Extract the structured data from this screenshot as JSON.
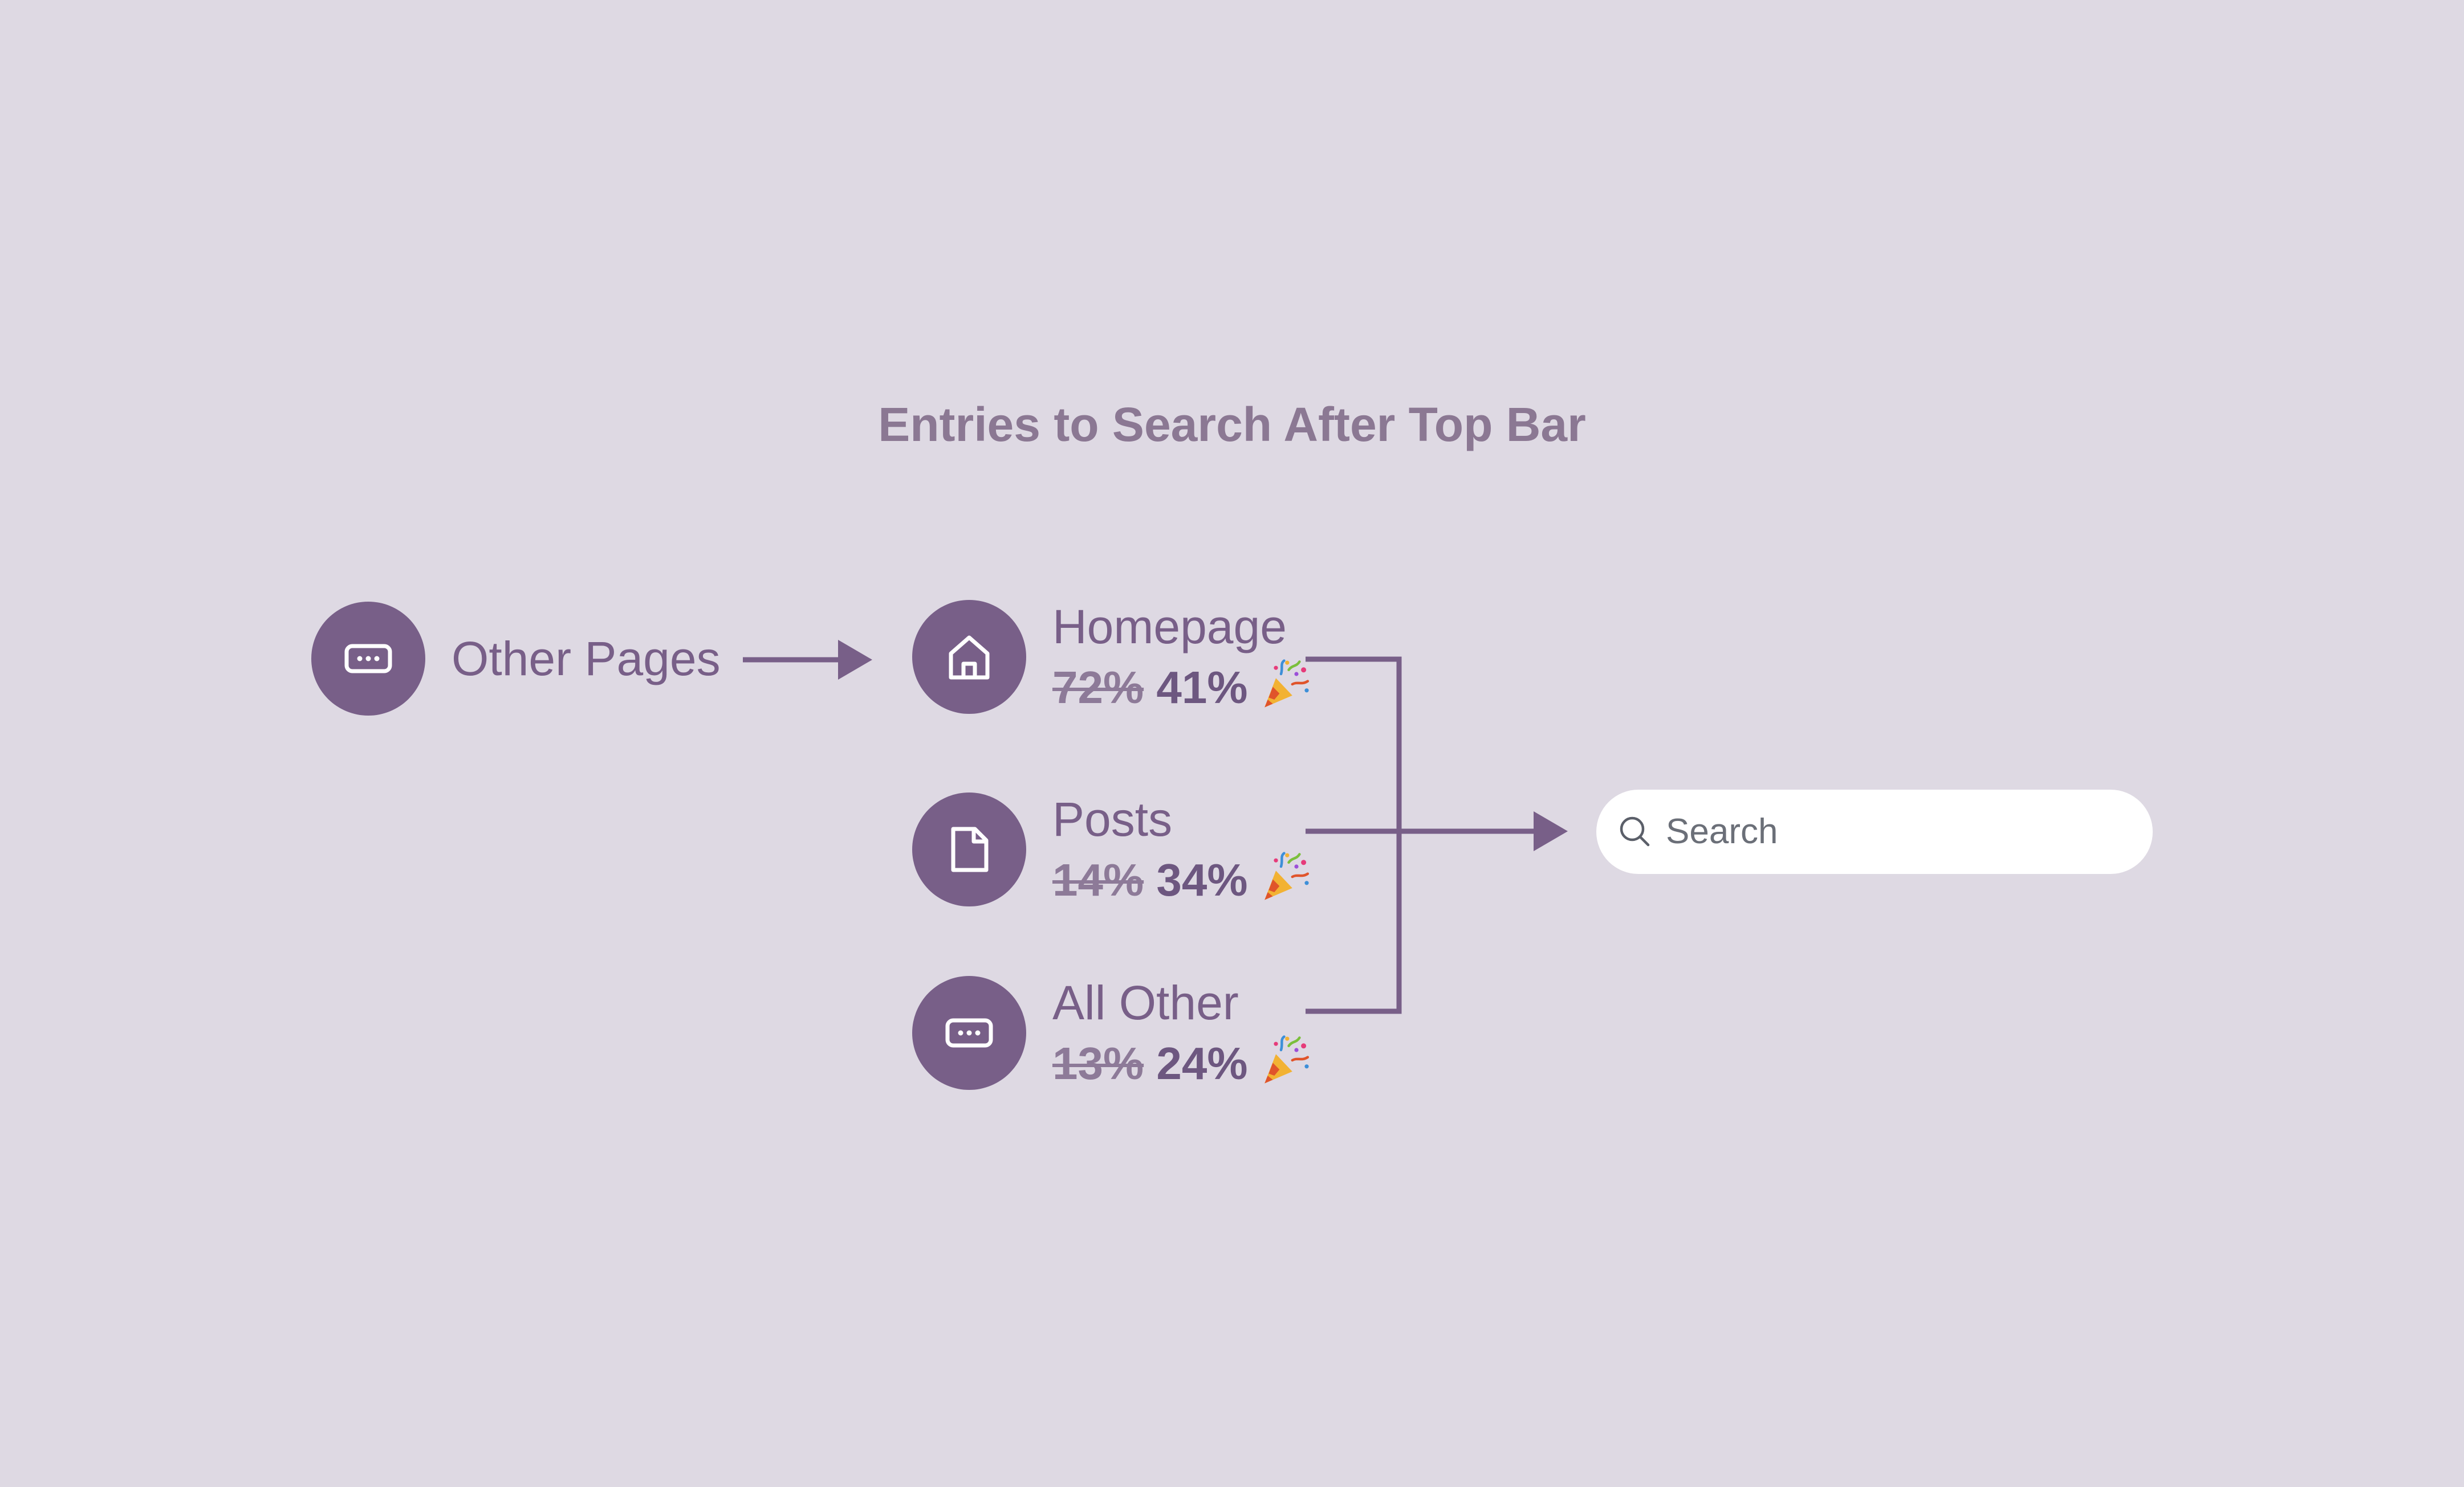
{
  "title": "Entries to Search After Top Bar",
  "source": {
    "label": "Other Pages",
    "icon": "more-horizontal-box-icon"
  },
  "entries": [
    {
      "label": "Homepage",
      "old_percent": "72%",
      "new_percent": "41%",
      "icon": "home-icon",
      "badge_icon": "party-popper-icon"
    },
    {
      "label": "Posts",
      "old_percent": "14%",
      "new_percent": "34%",
      "icon": "document-icon",
      "badge_icon": "party-popper-icon"
    },
    {
      "label": "All Other",
      "old_percent": "13%",
      "new_percent": "24%",
      "icon": "more-horizontal-box-icon",
      "badge_icon": "party-popper-icon"
    }
  ],
  "search": {
    "placeholder": "Search",
    "icon": "search-icon"
  },
  "colors": {
    "background": "#ded9e3",
    "accent": "#785f88",
    "title": "#8b7893",
    "strikethrough": "#8d7a98",
    "search_background": "#ffffff"
  }
}
